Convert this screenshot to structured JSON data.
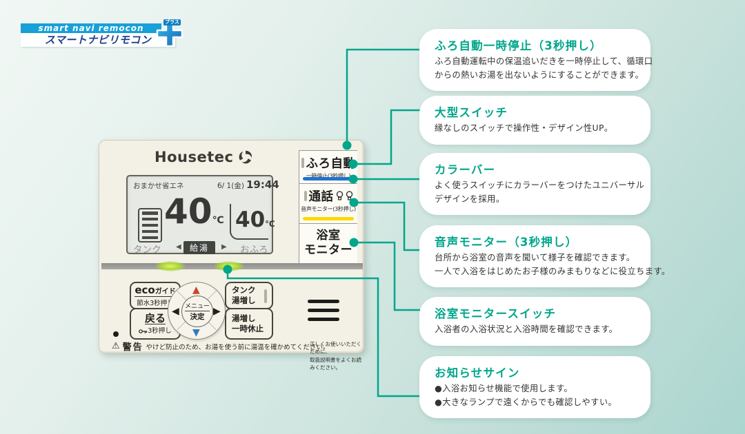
{
  "logo": {
    "en": "smart navi remocon",
    "ja": "スマートナビリモコン",
    "plus": "プラス"
  },
  "remote": {
    "brand": "Housetec",
    "display": {
      "mode": "おまかせ省エネ",
      "date": "6/ 1(金)",
      "time": "19:44",
      "tank_label": "タンク",
      "main_temp": "40",
      "unit": "℃",
      "mode_selected": "給湯",
      "bath_temp": "40",
      "bath_label": "おふろ",
      "arrow_left": "◀",
      "arrow_right": "▶"
    },
    "buttons": {
      "furo_auto": {
        "label": "ふろ自動",
        "sub": "一時停止(3秒押し)"
      },
      "tsuwa": {
        "label": "通話",
        "sub": "音声モニター(3秒押し)"
      },
      "yokushitsu": {
        "line1": "浴室",
        "line2": "モニター"
      },
      "eco": {
        "label_en": "eco",
        "label_ja": "ガイド",
        "sub": "節水3秒押し"
      },
      "modoru": {
        "label": "戻る",
        "sub": "3秒押し"
      },
      "menu": {
        "line1": "メニュー",
        "line2": "決定"
      },
      "tank_yumashi": {
        "line1": "タンク",
        "line2": "湯増し"
      },
      "yumashi_pause": {
        "line1": "湯増し",
        "line2": "一時休止"
      }
    },
    "pad": {
      "up": "▲",
      "down": "▼",
      "left": "◀",
      "right": "▶"
    },
    "warning": {
      "label": "警告",
      "icon": "⚠",
      "text": "やけど防止のため、お湯を使う前に湯温を確かめてください。",
      "note1": "正しくお使いいただくために、",
      "note2": "取扱説明書をよくお読みください。"
    }
  },
  "callouts": [
    {
      "title": "ふろ自動一時停止（3秒押し）",
      "lines": [
        "ふろ自動運転中の保温追いだきを一時停止して、循環口",
        "からの熱いお湯を出ないようにすることができます。"
      ]
    },
    {
      "title": "大型スイッチ",
      "lines": [
        "縁なしのスイッチで操作性・デザイン性UP。"
      ]
    },
    {
      "title": "カラーバー",
      "lines": [
        "よく使うスイッチにカラーバーをつけたユニバーサル",
        "デザインを採用。"
      ]
    },
    {
      "title": "音声モニター（3秒押し）",
      "lines": [
        "台所から浴室の音声を聞いて様子を確認できます。",
        "一人で入浴をはじめたお子様のみまもりなどに役立ちます。"
      ]
    },
    {
      "title": "浴室モニタースイッチ",
      "lines": [
        "入浴者の入浴状況と入浴時間を確認できます。"
      ]
    },
    {
      "title": "お知らせサイン",
      "lines": [
        "●入浴お知らせ機能で使用します。",
        "●大きなランプで遠くからでも確認しやすい。"
      ]
    }
  ],
  "colors": {
    "accent_teal": "#00a68b",
    "colorbar_blue": "#1e72d2",
    "colorbar_yellow": "#ffd900",
    "logo_blue": "#18a0d8",
    "logo_text_blue": "#1c3f8e",
    "led_green": "#a8d53e"
  }
}
